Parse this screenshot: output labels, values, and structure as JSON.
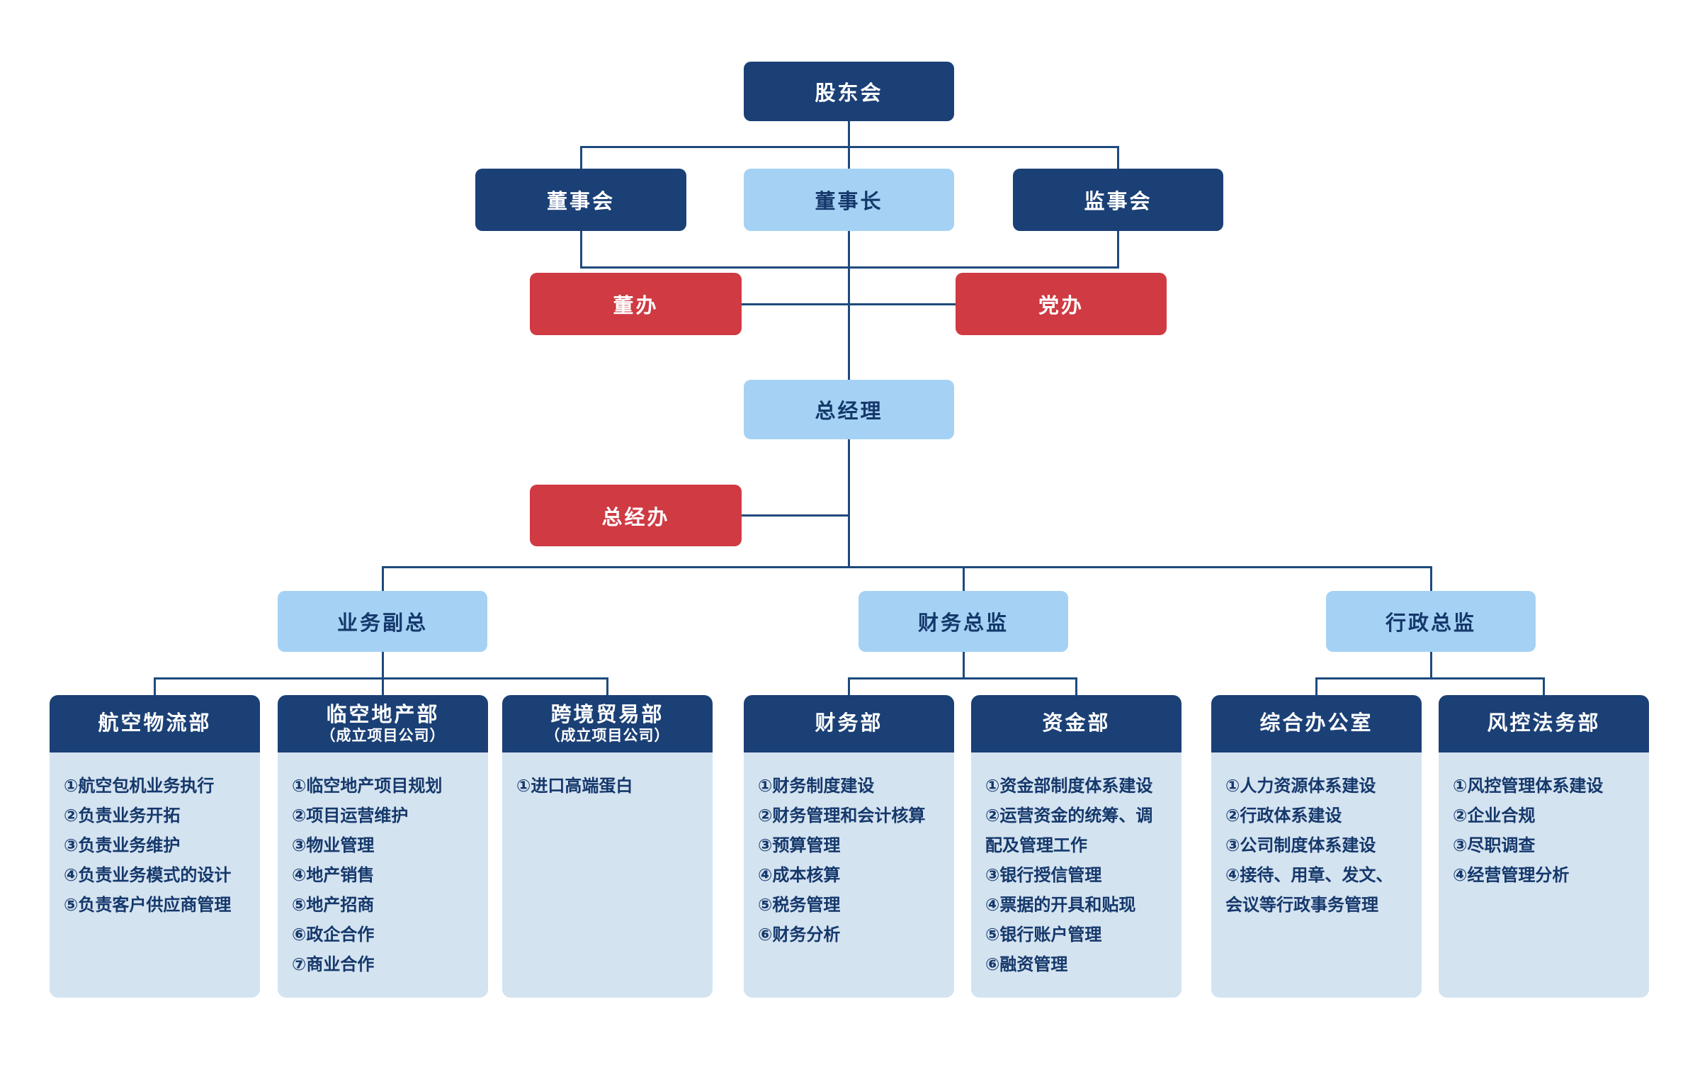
{
  "colors": {
    "dark_blue": "#1b4076",
    "light_blue": "#a5d2f4",
    "red": "#cf3a43",
    "body_bg": "#d4e3f0",
    "line": "#1e4a7d",
    "text_dark": "#15386b"
  },
  "nodes": {
    "shareholders": "股东会",
    "board": "董事会",
    "chairman": "董事长",
    "supervisory": "监事会",
    "board_office": "董办",
    "party_office": "党办",
    "gm": "总经理",
    "gm_office": "总经办",
    "vp_business": "业务副总",
    "cfo": "财务总监",
    "admin_director": "行政总监"
  },
  "departments": [
    {
      "title": "航空物流部",
      "items": [
        "①航空包机业务执行",
        "②负责业务开拓",
        "③负责业务维护",
        "④负责业务模式的设计",
        "⑤负责客户供应商管理"
      ]
    },
    {
      "title": "临空地产部",
      "subtitle": "（成立项目公司）",
      "items": [
        "①临空地产项目规划",
        "②项目运营维护",
        "③物业管理",
        "④地产销售",
        "⑤地产招商",
        "⑥政企合作",
        "⑦商业合作"
      ]
    },
    {
      "title": "跨境贸易部",
      "subtitle": "（成立项目公司）",
      "items": [
        "①进口高端蛋白"
      ]
    },
    {
      "title": "财务部",
      "items": [
        "①财务制度建设",
        "②财务管理和会计核算",
        "③预算管理",
        "④成本核算",
        "⑤税务管理",
        "⑥财务分析"
      ]
    },
    {
      "title": "资金部",
      "items": [
        "①资金部制度体系建设",
        "②运营资金的统筹、调配及管理工作",
        "③银行授信管理",
        "④票据的开具和贴现",
        "⑤银行账户管理",
        "⑥融资管理"
      ]
    },
    {
      "title": "综合办公室",
      "items": [
        "①人力资源体系建设",
        "②行政体系建设",
        "③公司制度体系建设",
        "④接待、用章、发文、会议等行政事务管理"
      ]
    },
    {
      "title": "风控法务部",
      "items": [
        "①风控管理体系建设",
        "②企业合规",
        "③尽职调查",
        "④经营管理分析"
      ]
    }
  ]
}
